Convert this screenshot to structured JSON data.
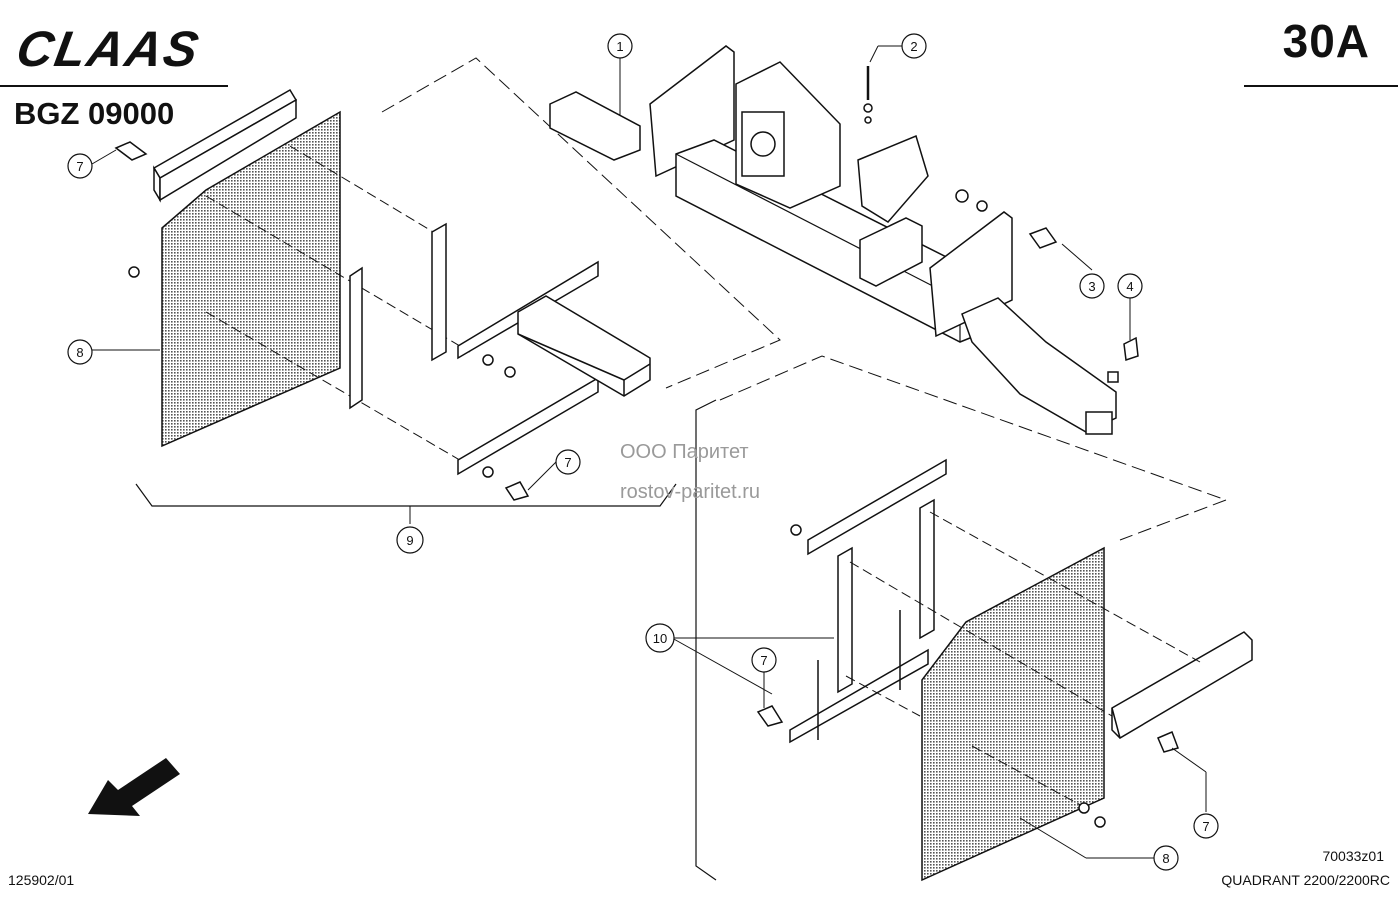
{
  "header": {
    "brand": "CLAAS",
    "page_number": "30A",
    "group_code": "BGZ 09000"
  },
  "footer": {
    "drawing_id": "125902/01",
    "image_code": "70033z01",
    "model": "QUADRANT 2200/2200RC"
  },
  "watermark": {
    "company": "ООО Паритет",
    "site": "rostov-paritet.ru"
  },
  "callouts": [
    "1",
    "2",
    "3",
    "4",
    "7",
    "8",
    "9",
    "10"
  ],
  "colors": {
    "ink": "#111111",
    "mesh": "#8a8a8a",
    "watermark": "#9a9a9a"
  }
}
